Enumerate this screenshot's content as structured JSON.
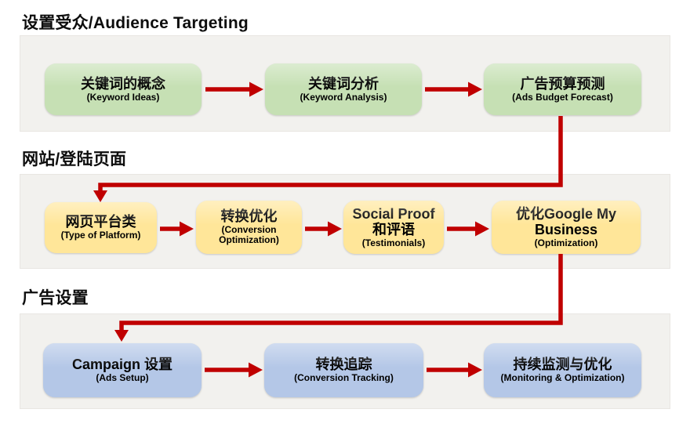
{
  "colors": {
    "arrow": "#C00000",
    "green_box": "#C6E0B4",
    "yellow_box": "#FFE699",
    "blue_box": "#B4C7E7",
    "panel_bg": "#F2F1EE",
    "heading_text": "#0D0D0D",
    "box_text": "#000000"
  },
  "sections": [
    {
      "title": "设置受众/Audience Targeting",
      "boxes": [
        {
          "lines": [
            "关键词的概念"
          ],
          "sub": "(Keyword Ideas)"
        },
        {
          "lines": [
            "关键词分析"
          ],
          "sub": "(Keyword Analysis)"
        },
        {
          "lines": [
            "广告预算预测"
          ],
          "sub": "(Ads Budget Forecast)"
        }
      ]
    },
    {
      "title": "网站/登陆页面",
      "boxes": [
        {
          "lines": [
            "网页平台类"
          ],
          "sub": "(Type of Platform)"
        },
        {
          "lines": [
            "转换优化"
          ],
          "sub": "(Conversion Optimization)"
        },
        {
          "lines": [
            "Social Proof",
            "和评语"
          ],
          "sub": "(Testimonials)"
        },
        {
          "lines": [
            "优化Google My",
            "Business"
          ],
          "sub": "(Optimization)"
        }
      ]
    },
    {
      "title": "广告设置",
      "boxes": [
        {
          "lines": [
            "Campaign 设置"
          ],
          "sub": "(Ads Setup)"
        },
        {
          "lines": [
            "转换追踪"
          ],
          "sub": "(Conversion Tracking)"
        },
        {
          "lines": [
            "持续监测与优化"
          ],
          "sub": "(Monitoring & Optimization)"
        }
      ]
    }
  ]
}
